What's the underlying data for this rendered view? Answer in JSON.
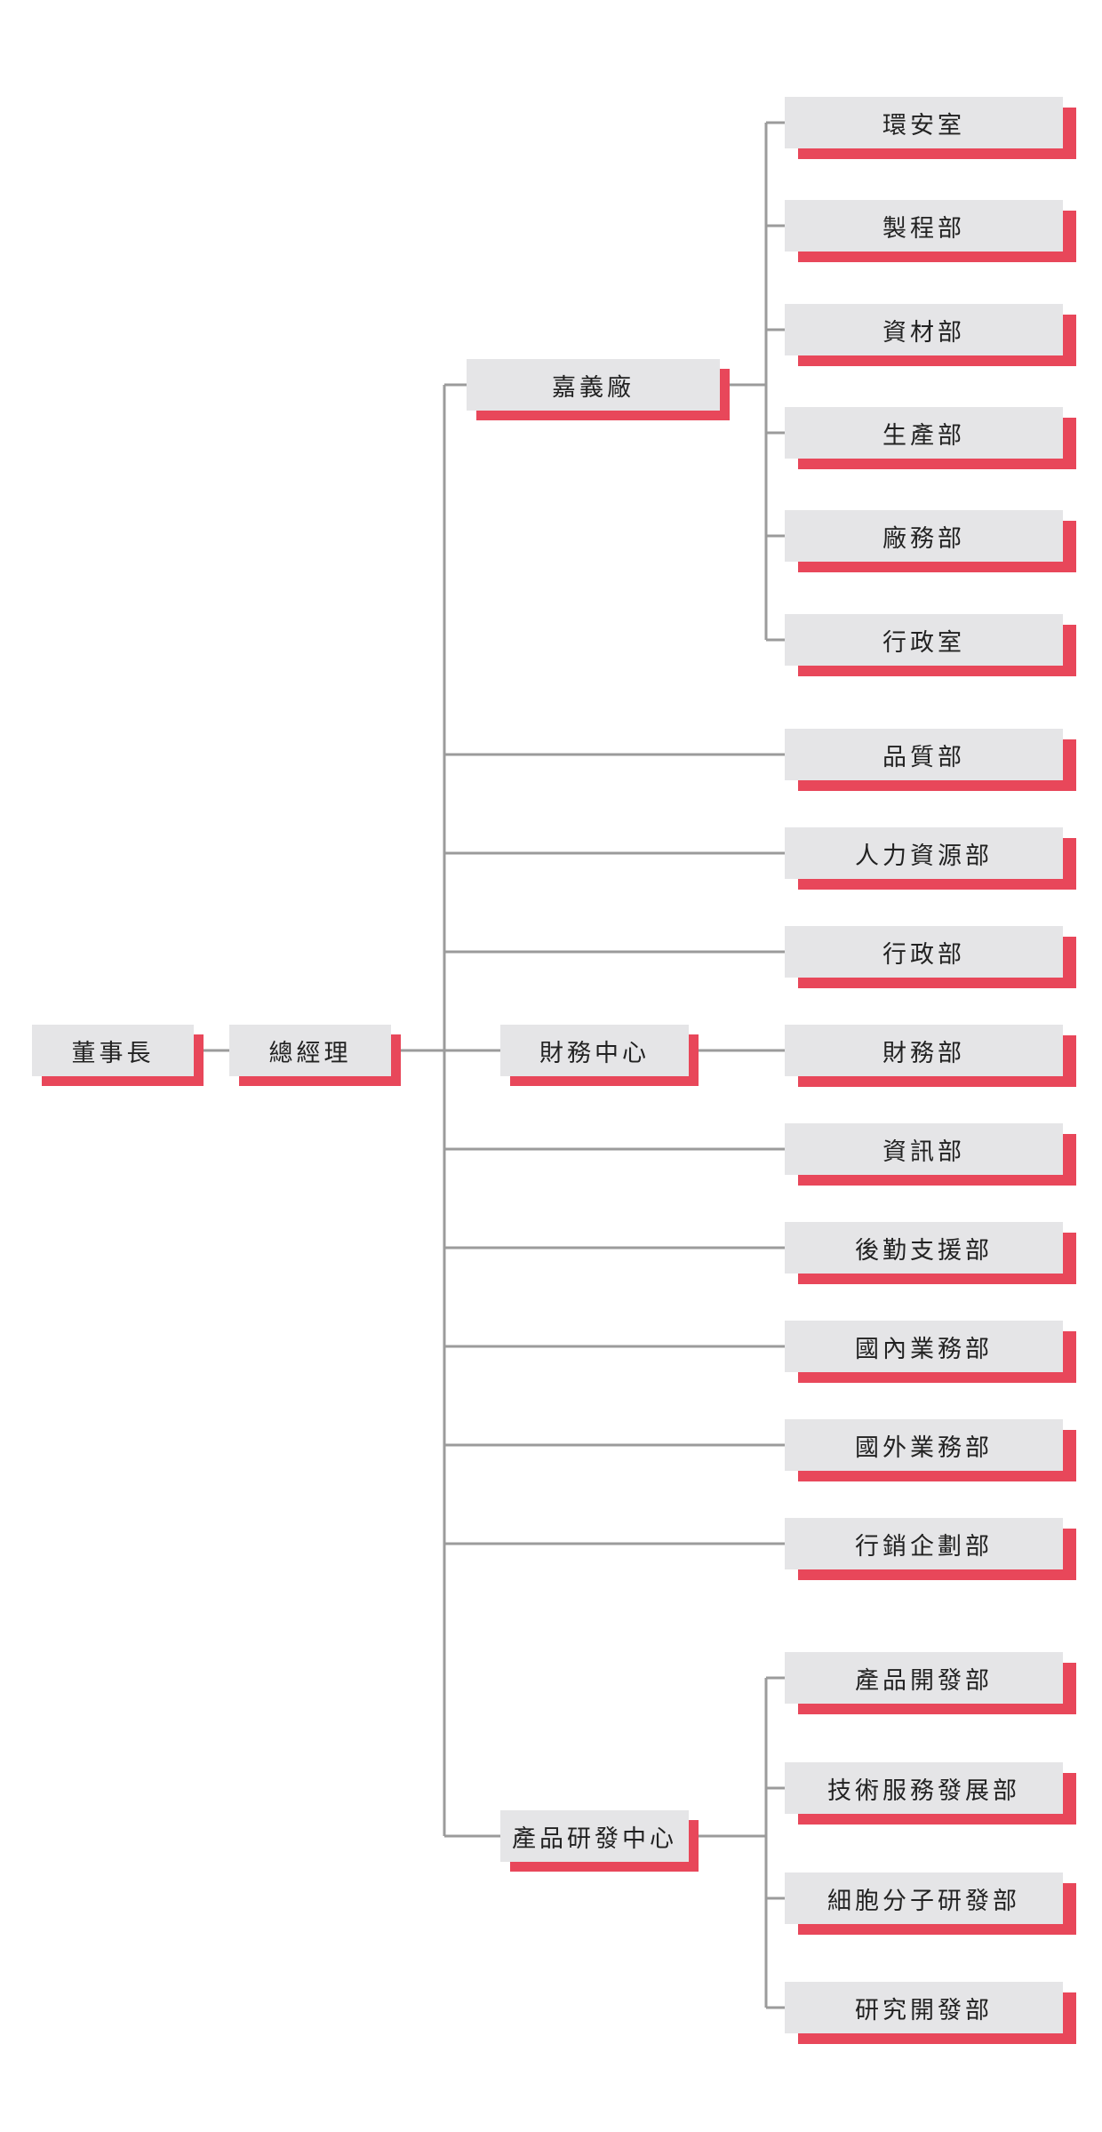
{
  "colors": {
    "box_fill": "#e5e5e7",
    "box_shadow": "#e8475a",
    "line": "#9b9b9b",
    "text": "#222222"
  },
  "chairman": "董事長",
  "general_manager": "總經理",
  "chiayi_plant": {
    "label": "嘉義廠",
    "departments": [
      "環安室",
      "製程部",
      "資材部",
      "生產部",
      "廠務部",
      "行政室"
    ]
  },
  "direct_departments": {
    "quality": "品質部",
    "hr": "人力資源部",
    "admin": "行政部",
    "it": "資訊部",
    "logistics": "後勤支援部",
    "domestic_sales": "國內業務部",
    "overseas_sales": "國外業務部",
    "marketing": "行銷企劃部"
  },
  "finance_center": {
    "label": "財務中心",
    "departments": [
      "財務部"
    ]
  },
  "rd_center": {
    "label": "產品研發中心",
    "departments": [
      "產品開發部",
      "技術服務發展部",
      "細胞分子研發部",
      "研究開發部"
    ]
  }
}
